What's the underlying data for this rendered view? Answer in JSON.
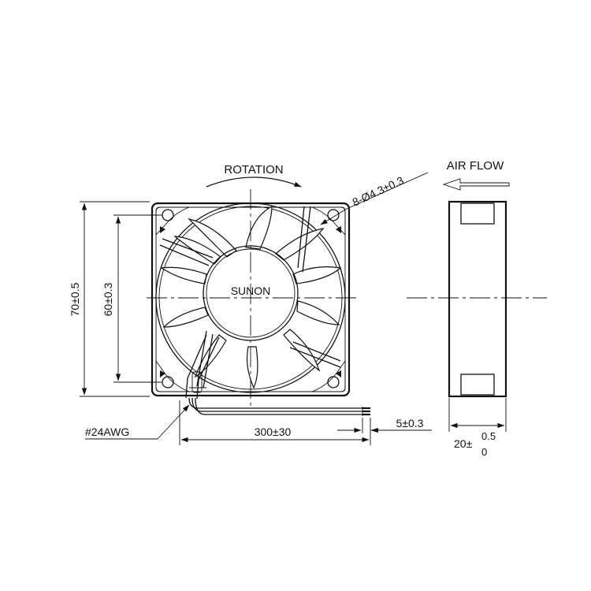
{
  "labels": {
    "rotation": "ROTATION",
    "air_flow": "AIR FLOW",
    "mounting_holes": "8-Ø4.3±0.3",
    "brand": "SUNON",
    "overall_size": "70±0.5",
    "hole_pitch": "60±0.3",
    "wire_gauge": "#24AWG",
    "lead_length": "300±30",
    "strip_length": "5±0.3",
    "thickness_base": "20±",
    "thickness_upper": "0.5",
    "thickness_lower": "0"
  },
  "colors": {
    "line": "#111111",
    "background": "#ffffff"
  }
}
